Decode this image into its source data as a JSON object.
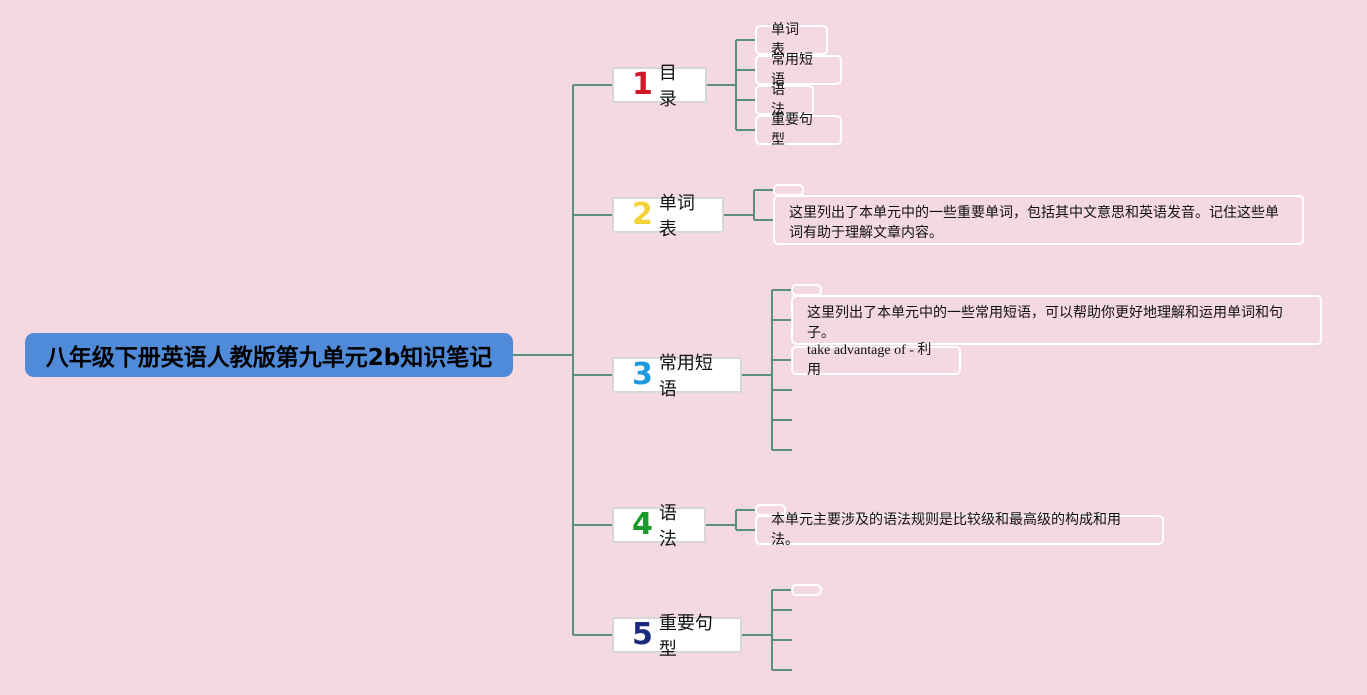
{
  "root": {
    "title": "八年级下册英语人教版第九单元2b知识笔记"
  },
  "branches": [
    {
      "num": "1",
      "label": "目录",
      "color": "#d0182b"
    },
    {
      "num": "2",
      "label": "单词表",
      "color": "#f2d33c"
    },
    {
      "num": "3",
      "label": "常用短语",
      "color": "#1d9ae0"
    },
    {
      "num": "4",
      "label": "语法",
      "color": "#1a9a2a"
    },
    {
      "num": "5",
      "label": "重要句型",
      "color": "#1b2a7a"
    }
  ],
  "leaves": {
    "toc": [
      "单词表",
      "常用短语",
      "语法",
      "重要句型"
    ],
    "vocab_desc": "这里列出了本单元中的一些重要单词，包括其中文意思和英语发音。记住这些单词有助于理解文章内容。",
    "phrases_desc": "这里列出了本单元中的一些常用短语，可以帮助你更好地理解和运用单词和句子。",
    "phrase_1": "take advantage of - 利用",
    "grammar_desc": "本单元主要涉及的语法规则是比较级和最高级的构成和用法。"
  },
  "colors": {
    "background": "#f4d9e0",
    "root": "#4f8bd9",
    "connector": "#5a8f7e"
  }
}
